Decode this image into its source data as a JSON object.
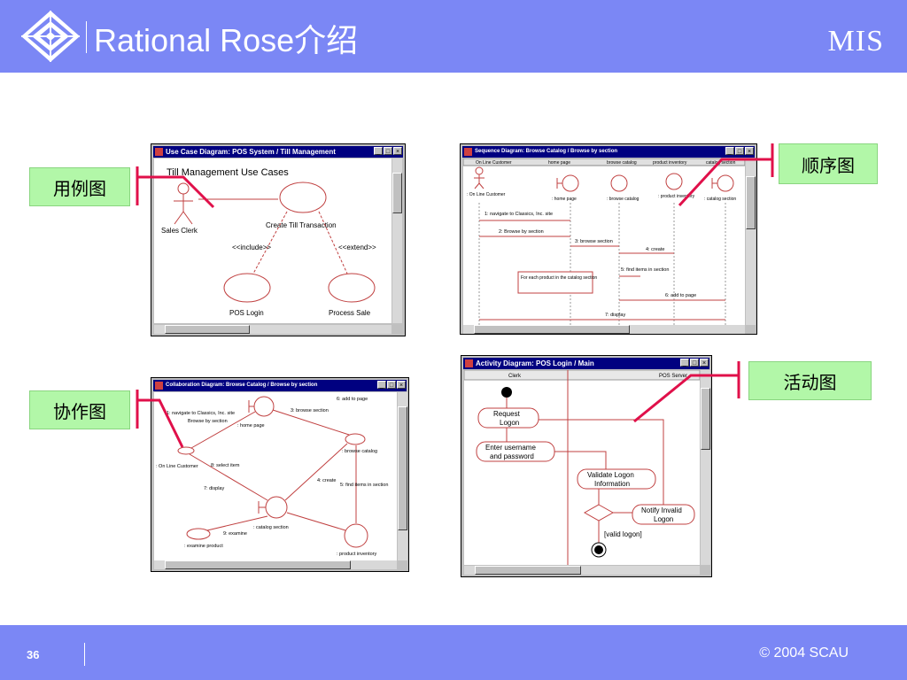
{
  "header": {
    "title": "Rational Rose介绍",
    "brand": "MIS"
  },
  "footer": {
    "page_number": "36",
    "copyright": "© 2004 SCAU"
  },
  "labels": {
    "use_case": "用例图",
    "sequence": "顺序图",
    "collaboration": "协作图",
    "activity": "活动图"
  },
  "colors": {
    "bar": "#7b87f5",
    "label_bg": "#b2f7a8",
    "callout": "#e0104a",
    "diagram_line": "#c04040"
  },
  "use_case_win": {
    "title": "Use Case Diagram: POS System / Till Management",
    "heading": "Till Management Use Cases",
    "actor": "Sales Clerk",
    "uc_create": "Create Till Transaction",
    "uc_login": "POS Login",
    "uc_process": "Process Sale",
    "include": "<<include>>",
    "extend": "<<extend>>"
  },
  "sequence_win": {
    "title": "Sequence Diagram: Browse Catalog / Browse by section",
    "headers": [
      "On Line Customer",
      "home page",
      "browse catalog",
      "product inventory",
      "catalog section"
    ],
    "objects": [
      ": On Line Customer",
      ": home page",
      ": browse catalog",
      ": product inventory",
      ": catalog section"
    ],
    "messages": [
      "1: navigate to Classics, Inc. site",
      "2: Browse by section",
      "3: browse section",
      "4: create",
      "5: find items in section",
      "6: add to page",
      "7: display"
    ],
    "note": "For each product in the catalog section"
  },
  "collab_win": {
    "title": "Collaboration Diagram: Browse Catalog / Browse by section",
    "objects": {
      "home": ": home page",
      "browse": ": browse catalog",
      "customer": ": On Line Customer",
      "catalog": ": catalog section",
      "examine": ": examine product",
      "inventory": ": product inventory"
    },
    "messages": {
      "m1": "1: navigate to Classics, Inc. site",
      "m1b": "Browse by section",
      "m3": "3: browse section",
      "m6": "6: add to page",
      "m8": "8: select item",
      "m7": "7: display",
      "m4": "4: create",
      "m5": "5: find items in section",
      "m9": "9: examine"
    }
  },
  "activity_win": {
    "title": "Activity Diagram: POS Login / Main",
    "lane_clerk": "Clerk",
    "lane_server": "POS Server",
    "act_request_1": "Request",
    "act_request_2": "Logon",
    "act_enter_1": "Enter username",
    "act_enter_2": "and password",
    "act_validate_1": "Validate Logon",
    "act_validate_2": "Information",
    "act_notify_1": "Notify Invalid",
    "act_notify_2": "Logon",
    "guard": "[valid logon]"
  }
}
